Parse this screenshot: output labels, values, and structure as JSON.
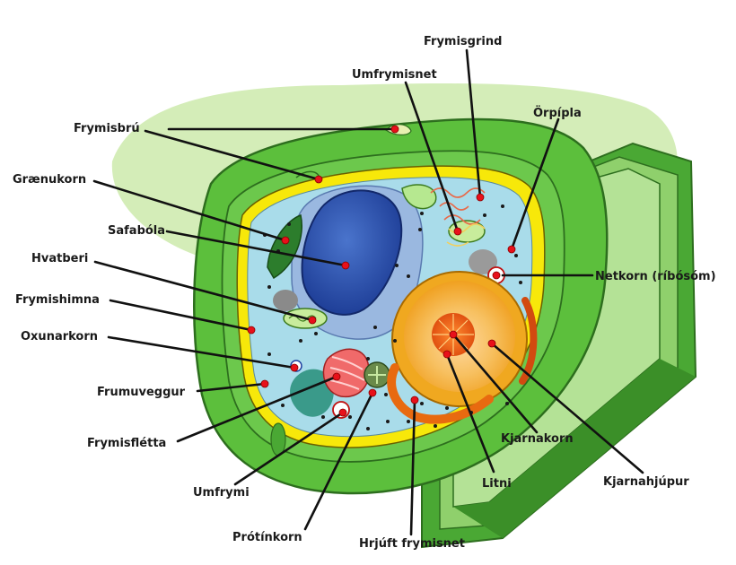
{
  "labels": {
    "frymisgrind": "Frymisgrind",
    "umfrymisnet": "Umfrymisnet",
    "orpipla": "Örpípla",
    "frymisbru": "Frymisbrú",
    "graenukorn": "Grænukorn",
    "safabola": "Safabóla",
    "hvatberi": "Hvatberi",
    "frymishimna": "Frymishimna",
    "oxunarkorn": "Oxunarkorn",
    "frumuveggur": "Frumuveggur",
    "frymisfletta": "Frymisflétta",
    "umfrymi": "Umfrymi",
    "protinkorn": "Prótínkorn",
    "hrjuft_frymisnet": "Hrjúft frymisnet",
    "netkorn": "Netkorn (ríbósóm)",
    "kjarnakorn": "Kjarnakorn",
    "litni": "Litni",
    "kjarnahjupur": "Kjarnahjúpur"
  },
  "colors": {
    "wall_dark": "#3e9a2a",
    "wall_mid": "#5cbf3c",
    "wall_light": "#a6d98a",
    "background_blob": "#d4edb8",
    "membrane": "#f7e80a",
    "cytoplasm": "#a9dcea",
    "vacuole": "#9ab8e0",
    "nucleus_envelope": "#f0a820",
    "nucleolus": "#e85a10",
    "lead_line": "#111111",
    "marker": "#e8101a"
  }
}
